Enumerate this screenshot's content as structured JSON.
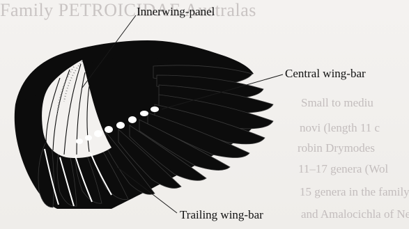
{
  "labels": {
    "innerwing_panel": "Innerwing-panel",
    "central_wing_bar": "Central wing-bar",
    "trailing_wing_bar": "Trailing wing-bar"
  },
  "background_text": {
    "header": "Family PETROICIDAE  Australas",
    "lines": [
      "Small to mediu",
      "novi (length 11 c",
      "robin Drymodes",
      "11–17 genera (Wol",
      "15 genera in the family",
      "and Amalocichla of New Guinea"
    ]
  },
  "colors": {
    "wing": "#0c0c0c",
    "marks": "#ffffff",
    "leader": "#1a1a1a",
    "label_text": "#111111",
    "background_text": "#c9c4c3"
  }
}
